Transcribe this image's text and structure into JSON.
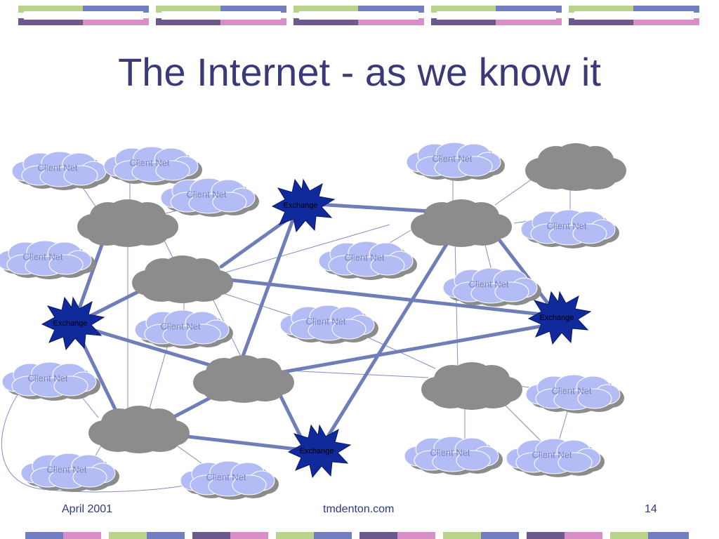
{
  "slide": {
    "title": "The Internet - as we know it",
    "footer": {
      "date": "April 2001",
      "site": "tmdenton.com",
      "page": "14"
    }
  },
  "labels": {
    "client": "Client Net",
    "exchange": "Exchange"
  },
  "colors": {
    "title": "#3b3a78",
    "thick_link": "#6f7db8",
    "thin_link": "#7f8fc5",
    "client_cloud": "#b4bcf5",
    "client_shadow": "#8c8c8c",
    "client_text": "#7c82b8",
    "isp_cloud": "#8c8c8c",
    "exchange_fill": "#102a9c",
    "exchange_stroke": "#0a1866",
    "footer_text": "#2e3a86"
  }
}
